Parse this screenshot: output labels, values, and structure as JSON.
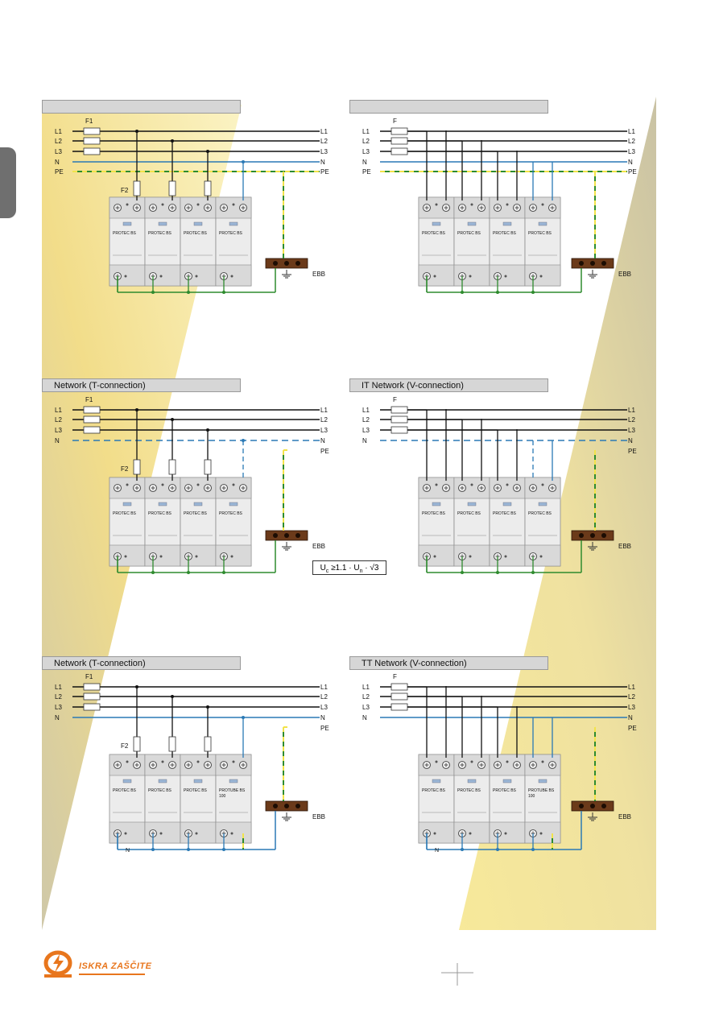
{
  "brand": {
    "name": "ISKRA ZAŠČITE",
    "accent_color": "#e8761d",
    "logo_icon": "iskra-logo-icon"
  },
  "panels": [
    {
      "id": "tn-c",
      "title": "",
      "fuse_label": "F1",
      "branch_fuse_label": "F2",
      "n_style": "solid",
      "has_pe_line": true,
      "bottom_n_label": "",
      "modules": [
        "PROTEC BS",
        "PROTEC BS",
        "PROTEC BS",
        "PROTEC BS"
      ]
    },
    {
      "id": "tn-c-v",
      "title": "",
      "fuse_label": "F",
      "branch_fuse_label": "",
      "n_style": "solid",
      "has_pe_line": true,
      "bottom_n_label": "",
      "modules": [
        "PROTEC BS",
        "PROTEC BS",
        "PROTEC BS",
        "PROTEC BS"
      ]
    },
    {
      "id": "it-t",
      "title": "Network (T-connection)",
      "fuse_label": "F1",
      "branch_fuse_label": "F2",
      "n_style": "dashed",
      "has_pe_line": false,
      "bottom_n_label": "",
      "modules": [
        "PROTEC BS",
        "PROTEC BS",
        "PROTEC BS",
        "PROTEC BS"
      ]
    },
    {
      "id": "it-v",
      "title": "IT Network (V-connection)",
      "fuse_label": "F",
      "branch_fuse_label": "",
      "n_style": "dashed",
      "has_pe_line": false,
      "bottom_n_label": "",
      "modules": [
        "PROTEC BS",
        "PROTEC BS",
        "PROTEC BS",
        "PROTEC BS"
      ]
    },
    {
      "id": "tt-t",
      "title": "Network (T-connection)",
      "fuse_label": "F1",
      "branch_fuse_label": "F2",
      "n_style": "solid",
      "has_pe_line": false,
      "bottom_n_label": "N",
      "modules": [
        "PROTEC BS",
        "PROTEC BS",
        "PROTEC BS",
        "PROTUBE BS 100"
      ]
    },
    {
      "id": "tt-v",
      "title": "TT Network (V-connection)",
      "fuse_label": "F",
      "branch_fuse_label": "",
      "n_style": "solid",
      "has_pe_line": false,
      "bottom_n_label": "N",
      "modules": [
        "PROTEC BS",
        "PROTEC BS",
        "PROTEC BS",
        "PROTUBE BS 100"
      ]
    }
  ],
  "line_labels": {
    "L1": "L1",
    "L2": "L2",
    "L3": "L3",
    "N": "N",
    "PE": "PE"
  },
  "ebb_label": "EBB",
  "formula": {
    "lhs": "U",
    "lhs_sub": "c",
    "op": "≥1.1 · U",
    "sub": "n",
    "tail": "· √3"
  },
  "colors": {
    "phase": "#111111",
    "neutral": "#2a79b5",
    "pe_green": "#2e8b2e",
    "pe_yellow": "#f2e34a",
    "ebb": "#6b3a1a",
    "title_bar": "#d6d6d6"
  }
}
